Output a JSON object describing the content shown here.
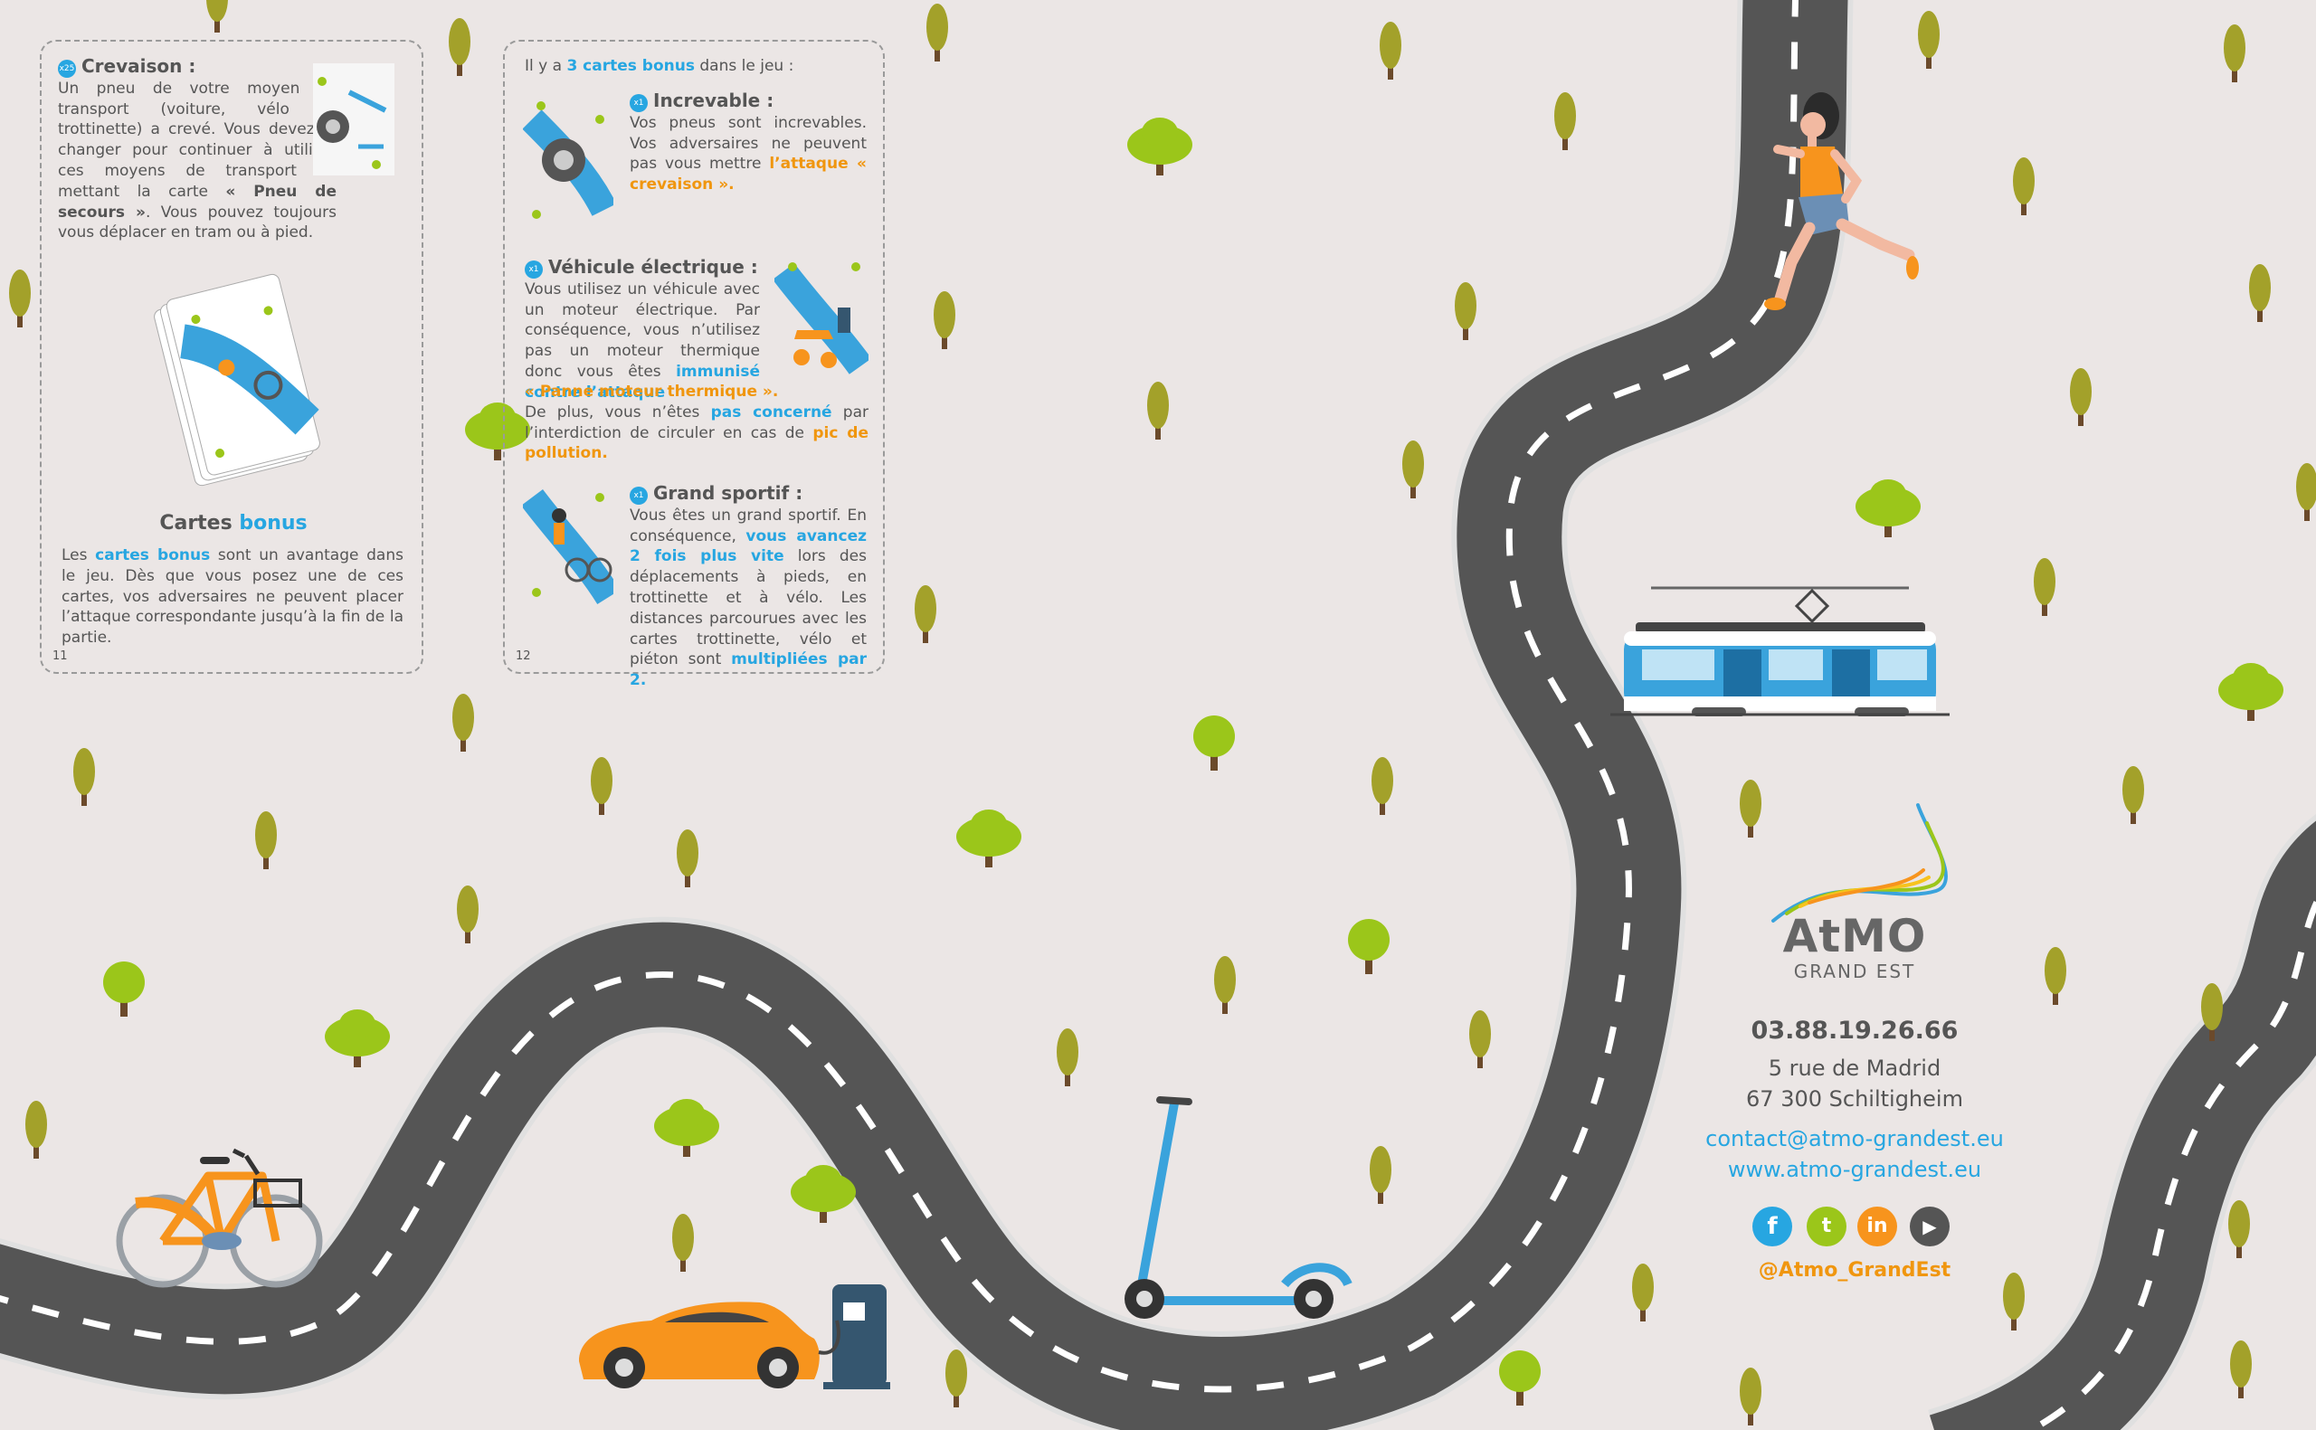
{
  "colors": {
    "background": "#ebe6e5",
    "accent_blue": "#27a6e1",
    "accent_orange": "#f0960f",
    "road": "#555555",
    "tree_green": "#9bc61a",
    "tree_olive": "#a3a12a"
  },
  "left_panel": {
    "badge": "x25",
    "crevaison_title": "Crevaison :",
    "crevaison_body_1": "Un pneu de votre moyen de transport (voiture, vélo et trottinette) a crevé. Vous devez le changer pour continuer à utiliser ces moyens de transport en mettant la carte ",
    "crevaison_card": "« Pneu de secours »",
    "crevaison_body_2": ". Vous pouvez toujours vous déplacer en tram ou à pied.",
    "cartes_title_1": "Cartes ",
    "cartes_title_2": "bonus",
    "cartes_body_1": "Les ",
    "cartes_body_link": "cartes bonus",
    "cartes_body_2": " sont un avantage dans le jeu. Dès que vous posez une de ces cartes, vos adversaires ne peuvent placer l’attaque correspondante jusqu’à la fin de la partie.",
    "page_number": "11"
  },
  "right_panel": {
    "intro_1": "Il y a ",
    "intro_link": "3 cartes bonus",
    "intro_2": " dans le jeu :",
    "badge": "x1",
    "increvable_title": "Increvable :",
    "increvable_body_1": "Vos pneus sont increvables. Vos adversaires ne peuvent pas vous mettre ",
    "increvable_body_orange": "l’attaque « crevaison ».",
    "vehicule_title": "Véhicule électrique :",
    "vehicule_body_1": "Vous utilisez un véhicule avec un moteur électrique. Par conséquence, vous n’utilisez pas un moteur thermique donc vous êtes ",
    "vehicule_body_blue": "immunisé contre l’attaque",
    "vehicule_body_orange": "« Panne moteur thermique ».",
    "vehicule_body_2": "De plus, vous n’êtes ",
    "vehicule_body_blue2": "pas concerné",
    "vehicule_body_3": " par l’interdiction de circuler en cas de ",
    "vehicule_body_orange2": "pic de pollution.",
    "sportif_title": "Grand sportif :",
    "sportif_body_1": "Vous êtes un grand sportif. En conséquence, ",
    "sportif_body_blue": "vous avancez 2 fois plus vite",
    "sportif_body_2": " lors des déplacements à pieds, en trottinette et à vélo. Les distances parcourues avec les cartes trottinette, vélo et piéton sont ",
    "sportif_body_blue2": "multipliées par 2.",
    "page_number": "12"
  },
  "logo": {
    "atmo": "AtMO",
    "sub": "GRAND EST"
  },
  "contact": {
    "phone": "03.88.19.26.66",
    "address_1": "5 rue de Madrid",
    "address_2": "67 300 Schiltigheim",
    "email": "contact@atmo-grandest.eu",
    "website": "www.atmo-grandest.eu",
    "handle": "@Atmo_GrandEst"
  },
  "social_icons": [
    "facebook-icon",
    "twitter-icon",
    "linkedin-icon",
    "youtube-icon"
  ]
}
